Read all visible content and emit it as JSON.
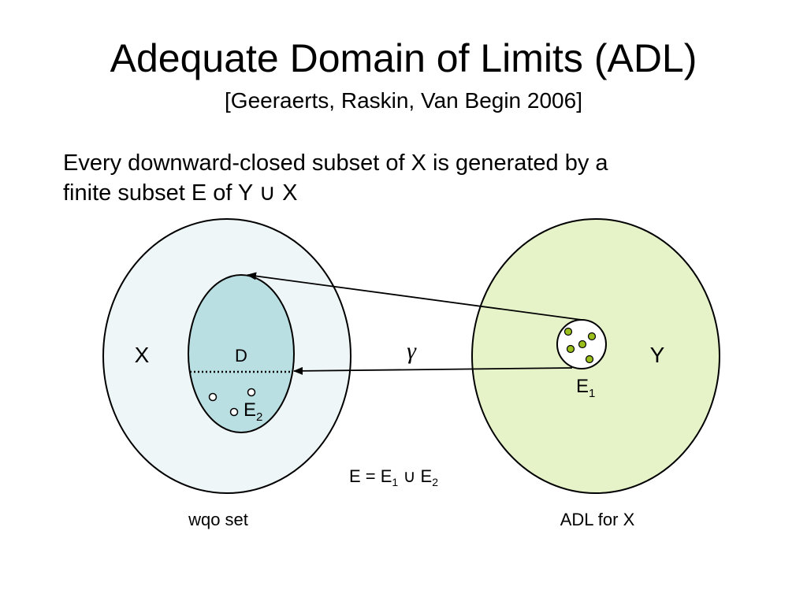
{
  "slide": {
    "title": "Adequate Domain of Limits (ADL)",
    "subtitle": "[Geeraerts, Raskin, Van Begin 2006]",
    "body_line1": "Every downward-closed subset of X is generated by a",
    "body_line2": "finite subset E of Y ∪ X"
  },
  "diagram": {
    "left_set": {
      "label": "X",
      "caption": "wqo set",
      "fill": "#eef6f8"
    },
    "inner_set": {
      "label": "D",
      "subset_label": "E",
      "subset_sub": "2",
      "fill": "#b9dfe3"
    },
    "right_set": {
      "label": "Y",
      "caption": "ADL for X",
      "fill": "#e6f2c8"
    },
    "generator": {
      "label": "E",
      "sub": "1",
      "dot_color": "#9abf1a"
    },
    "mapping_symbol": "γ",
    "equation": {
      "lhs": "E = E",
      "sub1": "1",
      "union": " ∪ E",
      "sub2": "2"
    }
  }
}
